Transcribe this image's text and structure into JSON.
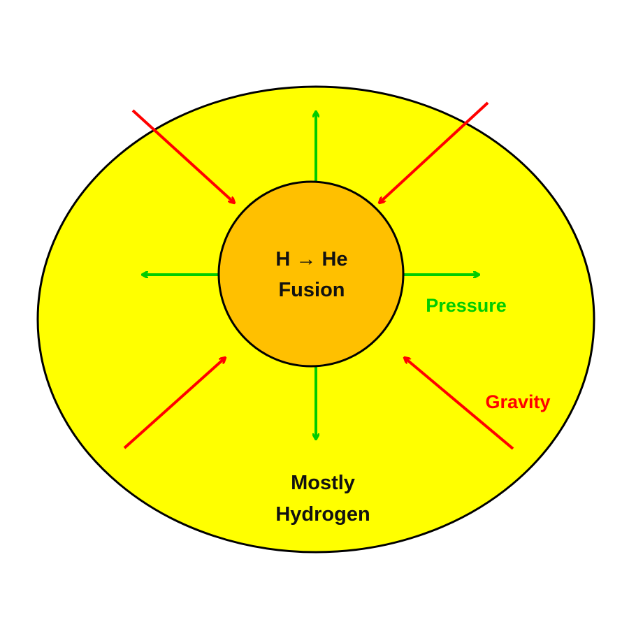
{
  "diagram": {
    "core_label_line1": "H → He",
    "core_label_line2": "Fusion",
    "pressure_label": "Pressure",
    "gravity_label": "Gravity",
    "envelope_label_line1": "Mostly",
    "envelope_label_line2": "Hydrogen"
  },
  "colors": {
    "outer_fill": "#ffff00",
    "core_fill": "#ffc000",
    "outline": "#000000",
    "pressure": "#00cc00",
    "gravity": "#ff0000",
    "text_dark": "#111111"
  }
}
